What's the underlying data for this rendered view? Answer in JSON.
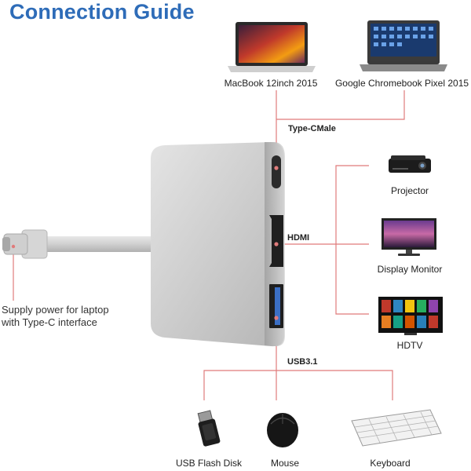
{
  "title": "Connection Guide",
  "ports": {
    "type_c": "Type-CMale",
    "hdmi": "HDMI",
    "usb": "USB3.1"
  },
  "supply": {
    "line1": "Supply power for laptop",
    "line2": "with Type-C interface"
  },
  "devices": {
    "macbook": "MacBook 12inch 2015",
    "chromebook": "Google Chromebook Pixel 2015",
    "projector": "Projector",
    "monitor": "Display Monitor",
    "hdtv": "HDTV",
    "flash": "USB Flash Disk",
    "mouse": "Mouse",
    "keyboard": "Keyboard"
  },
  "colors": {
    "title": "#2e6cb8",
    "connector_line": "#e07b7b",
    "hub_body": "#c9c9c9"
  }
}
